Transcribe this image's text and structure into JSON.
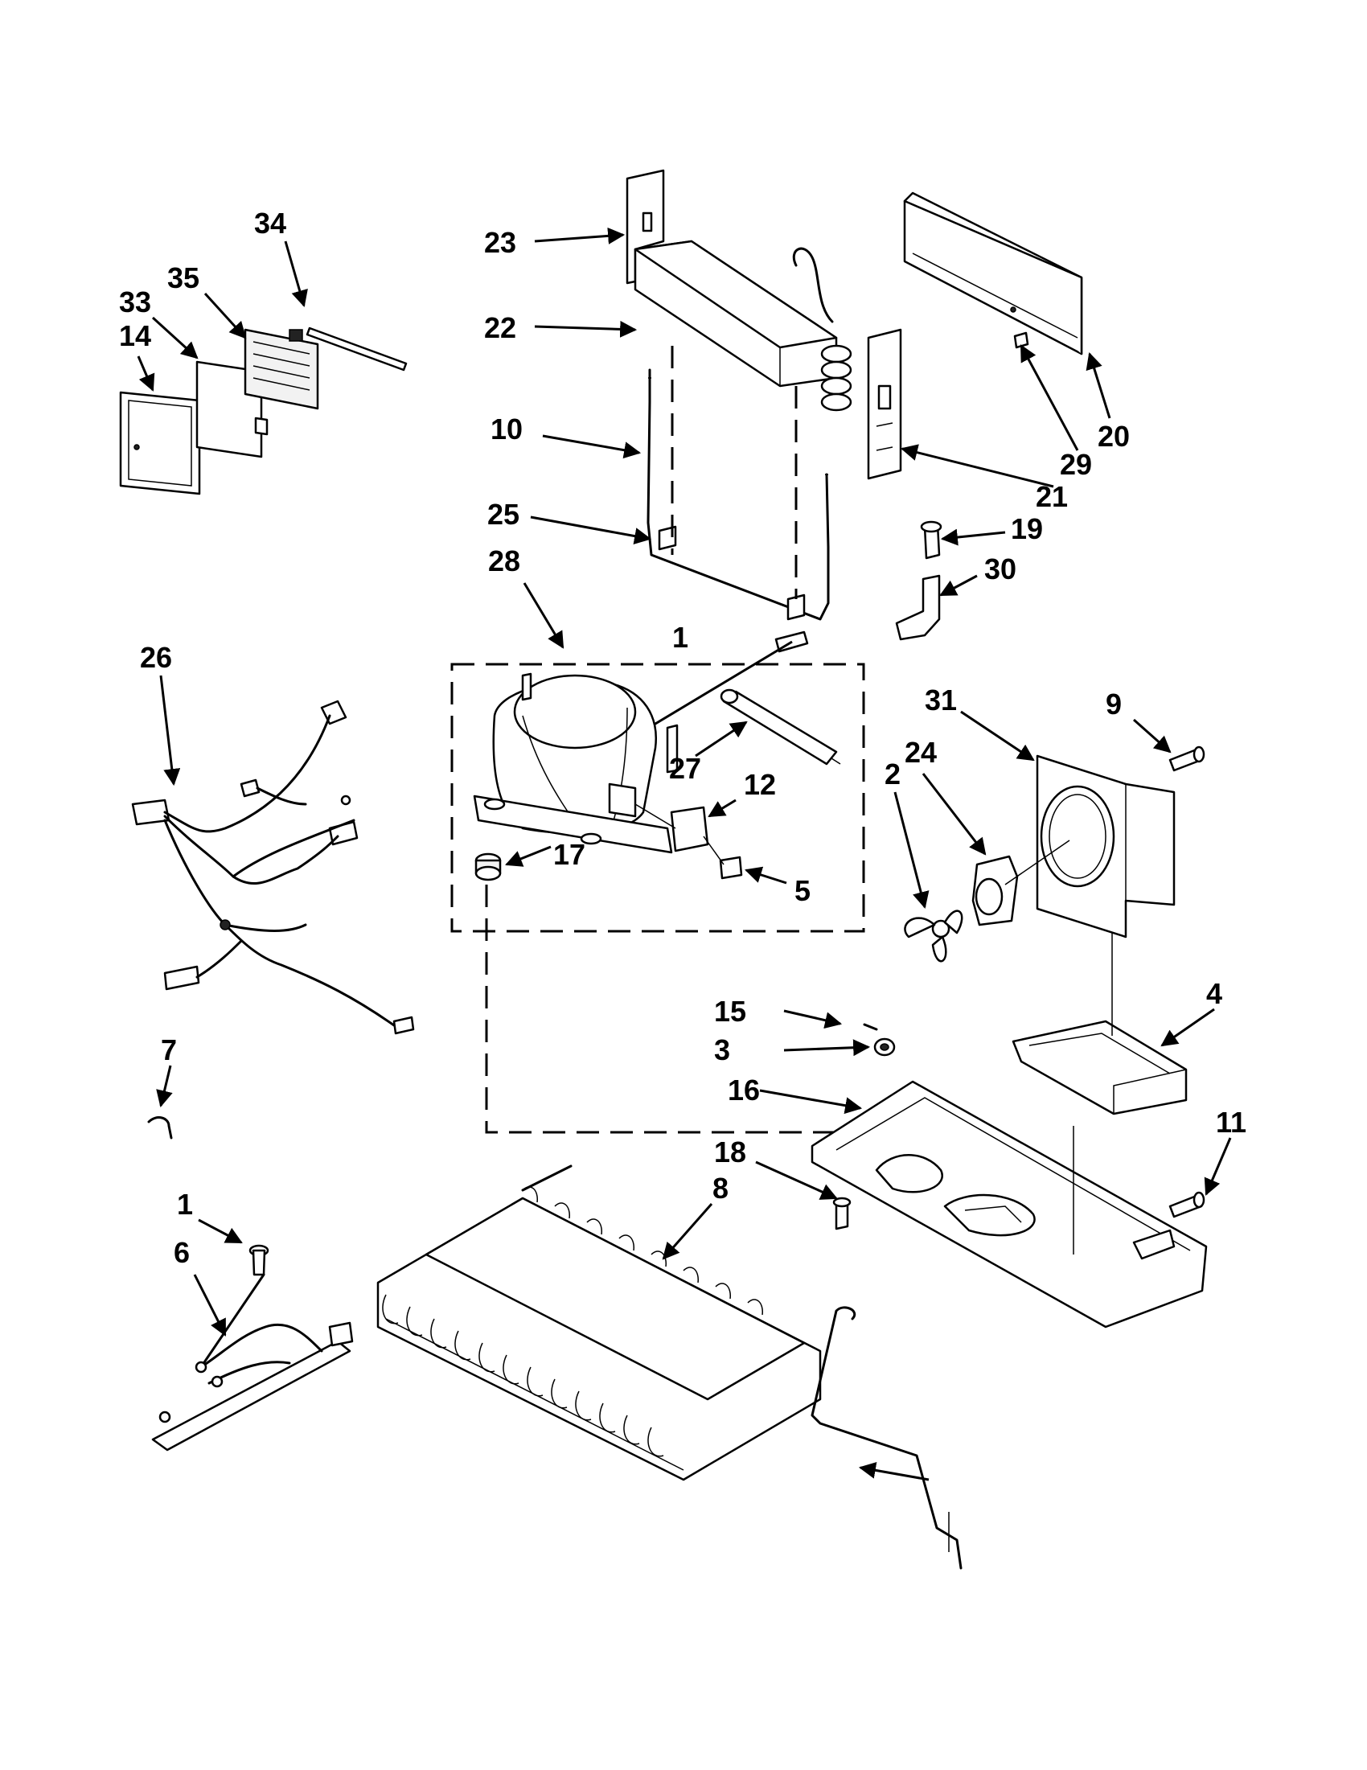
{
  "callouts": [
    "34",
    "35",
    "33",
    "14",
    "23",
    "22",
    "10",
    "25",
    "28",
    "1",
    "26",
    "27",
    "12",
    "17",
    "5",
    "31",
    "9",
    "24",
    "2",
    "20",
    "29",
    "21",
    "19",
    "30",
    "15",
    "3",
    "16",
    "18",
    "8",
    "4",
    "11",
    "7",
    "6"
  ]
}
